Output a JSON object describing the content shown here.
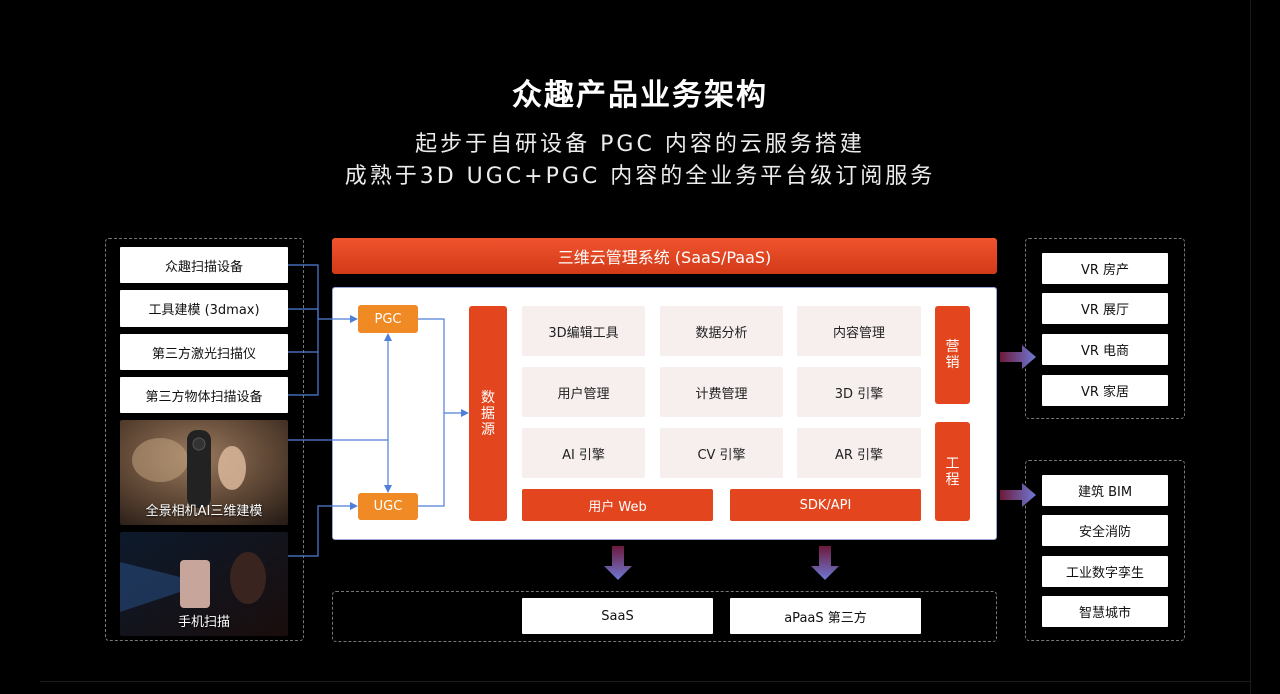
{
  "header": {
    "title": "众趣产品业务架构",
    "subtitle_line1": "起步于自研设备 PGC 内容的云服务搭建",
    "subtitle_line2": "成熟于3D UGC+PGC 内容的全业务平台级订阅服务"
  },
  "inputs": {
    "items": [
      "众趣扫描设备",
      "工具建模 (3dmax)",
      "第三方激光扫描仪",
      "第三方物体扫描设备"
    ],
    "photo1_caption": "全景相机AI三维建模",
    "photo2_caption": "手机扫描"
  },
  "platform": {
    "bar_label": "三维云管理系统 (SaaS/PaaS)",
    "pgc": "PGC",
    "ugc": "UGC",
    "data_source": "数据源",
    "modules": [
      "3D编辑工具",
      "数据分析",
      "内容管理",
      "用户管理",
      "计费管理",
      "3D 引擎",
      "AI 引擎",
      "CV 引擎",
      "AR 引擎"
    ],
    "user_web": "用户 Web",
    "sdk_api": "SDK/API",
    "marketing": "营销",
    "engineering": "工程"
  },
  "outputs": {
    "marketing_items": [
      "VR 房产",
      "VR 展厅",
      "VR 电商",
      "VR 家居"
    ],
    "engineering_items": [
      "建筑 BIM",
      "安全消防",
      "工业数字孪生",
      "智慧城市"
    ]
  },
  "bottom": {
    "saas": "SaaS",
    "apaas": "aPaaS 第三方"
  },
  "colors": {
    "accent_red": "#e3461f",
    "accent_orange": "#f08a24",
    "connector_blue": "#4f7fd8",
    "arrow_gradient_top": "#6d1a3a",
    "arrow_gradient_bottom": "#6e79d6"
  }
}
